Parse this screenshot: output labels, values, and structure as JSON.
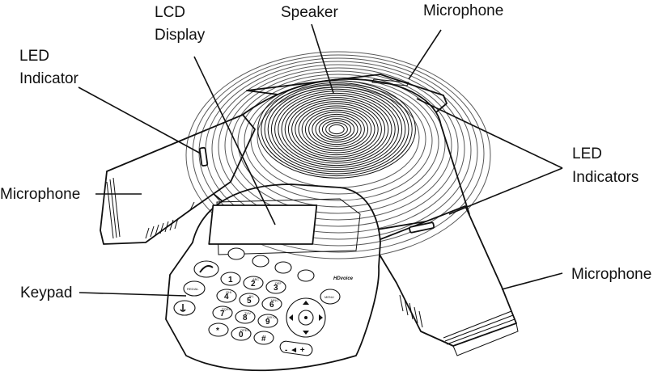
{
  "callouts": {
    "lcd_display_line1": "LCD",
    "lcd_display_line2": "Display",
    "speaker": "Speaker",
    "microphone_top": "Microphone",
    "led_indicator_line1": "LED",
    "led_indicator_line2": "Indicator",
    "microphone_left": "Microphone",
    "led_indicators_line1": "LED",
    "led_indicators_line2": "Indicators",
    "microphone_right": "Microphone",
    "keypad": "Keypad"
  },
  "device": {
    "badge": "HDvoice",
    "keys": [
      {
        "main": "1",
        "sub": ""
      },
      {
        "main": "2",
        "sub": "ABC"
      },
      {
        "main": "3",
        "sub": "DEF"
      },
      {
        "main": "4",
        "sub": "GHI"
      },
      {
        "main": "5",
        "sub": "JKL"
      },
      {
        "main": "6",
        "sub": "MNO"
      },
      {
        "main": "7",
        "sub": "PQRS"
      },
      {
        "main": "8",
        "sub": "TUV"
      },
      {
        "main": "9",
        "sub": "WXYZ"
      },
      {
        "main": "*",
        "sub": ""
      },
      {
        "main": "0",
        "sub": "OPER"
      },
      {
        "main": "#",
        "sub": ""
      }
    ],
    "side_buttons": [
      "REDIAL",
      "MENU"
    ],
    "volume": "- ◄ +"
  }
}
